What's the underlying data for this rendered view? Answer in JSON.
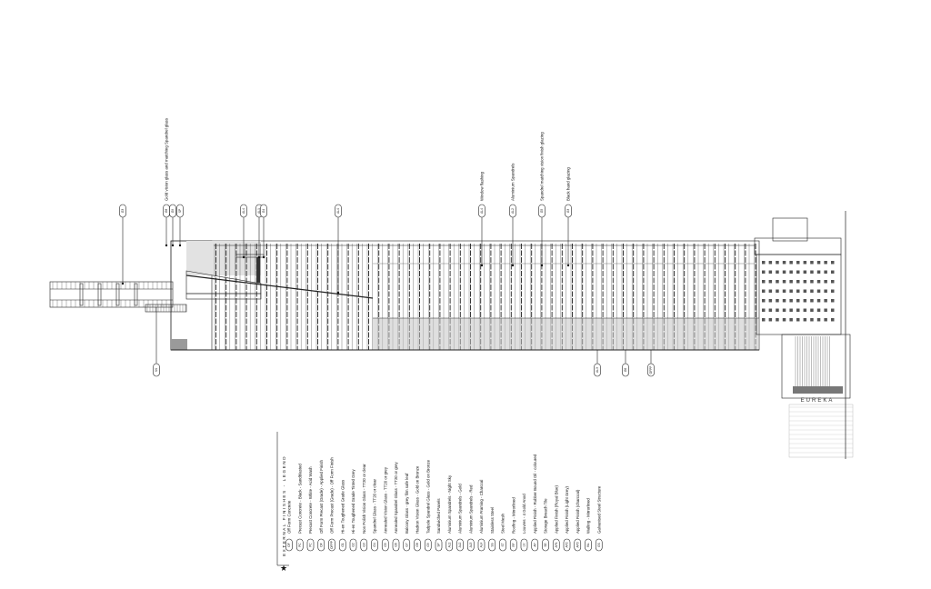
{
  "drawing": {
    "signage_text": "EUREKA",
    "callouts_top": [
      {
        "code": "G3",
        "note": ""
      },
      {
        "code": "G8",
        "note": "Gold vision glass and matching Spandrel glass"
      },
      {
        "code": "G9",
        "note": ""
      },
      {
        "code": "SP",
        "note": ""
      },
      {
        "code": "AL4",
        "note": ""
      },
      {
        "code": "AL1",
        "note": ""
      },
      {
        "code": "G4",
        "note": ""
      },
      {
        "code": "AL4",
        "note": ""
      },
      {
        "code": "AL4",
        "note": "Window flashing"
      },
      {
        "code": "AL2",
        "note": "Aluminium Spandrels"
      },
      {
        "code": "G5",
        "note": "Spandrel matching vision finish glazing"
      },
      {
        "code": "G3",
        "note": "Black hand glazing"
      }
    ],
    "callouts_bottom": [
      {
        "code": "SS"
      },
      {
        "code": "AL3"
      },
      {
        "code": "G6"
      },
      {
        "code": "OFPP"
      }
    ]
  },
  "legend": {
    "title": "EXTERNAL FINISHES - LEGEND",
    "items": [
      {
        "code": "OF",
        "label": "Off Form Concrete"
      },
      {
        "code": "PC",
        "label": "Precast Concrete - Black - Sandblasted"
      },
      {
        "code": "PC",
        "label": "Precast Concrete - White - Acid Wash"
      },
      {
        "code": "OF",
        "label": "Off Form Precast (Grade) - Applied Finish"
      },
      {
        "code": "OFPP",
        "label": "Off Form Precast (Grade) - Off Form Finish"
      },
      {
        "code": "G1",
        "label": "Hi-en Toughened Grade Glass"
      },
      {
        "code": "G2",
        "label": "Hi-en Toughened Grade Tinted Grey"
      },
      {
        "code": "G3",
        "label": "Non Polish Vision Glass - TT20 or clear"
      },
      {
        "code": "G4",
        "label": "Spandrel Glass - TT20 or clear"
      },
      {
        "code": "G5",
        "label": "Annealed Vision Glass - TT20 or grey"
      },
      {
        "code": "G6",
        "label": "Annealed Spandrel Glass - TT20 or grey"
      },
      {
        "code": "G7",
        "label": "Balcony Glass - grey film safe leaf"
      },
      {
        "code": "G8",
        "label": "Hadron Vision Glass - Gold on Bronze"
      },
      {
        "code": "G9",
        "label": "Tadpole Spandrel Glass - Gold on Bronze"
      },
      {
        "code": "SP",
        "label": "Sandwiched Panels"
      },
      {
        "code": "AL1",
        "label": "Aluminium Spandrels - Night Sky"
      },
      {
        "code": "AL2",
        "label": "Aluminium Spandrels - Gold"
      },
      {
        "code": "AL3",
        "label": "Aluminium Spandrels - Red"
      },
      {
        "code": "AL4",
        "label": "Aluminium Framing - Charcoal"
      },
      {
        "code": "SS",
        "label": "Stainless Steel"
      },
      {
        "code": "ST",
        "label": "Steel Mesh"
      },
      {
        "code": "RF",
        "label": "Roofing - Mirrorlined"
      },
      {
        "code": "LV",
        "label": "Louvres - 4 Gold Anod"
      },
      {
        "code": "AP",
        "label": "Applied Finish - Rubber Bound Oil - coloured"
      },
      {
        "code": "SE",
        "label": "Storage Breach Tile"
      },
      {
        "code": "AP1",
        "label": "Applied Finish (Royal Blue)"
      },
      {
        "code": "AP2",
        "label": "Applied Finish (Light Grey)"
      },
      {
        "code": "AP3",
        "label": "Applied Finish (charcoal)"
      },
      {
        "code": "WL",
        "label": "Walling - Mirrorlined"
      },
      {
        "code": "GS",
        "label": "Galvanised Steel Structure"
      }
    ]
  },
  "colors": {
    "line": "#222222",
    "fill_light": "#e2e2e2",
    "fill_mid": "#c4c4c4",
    "fill_dark": "#9a9a9a"
  }
}
